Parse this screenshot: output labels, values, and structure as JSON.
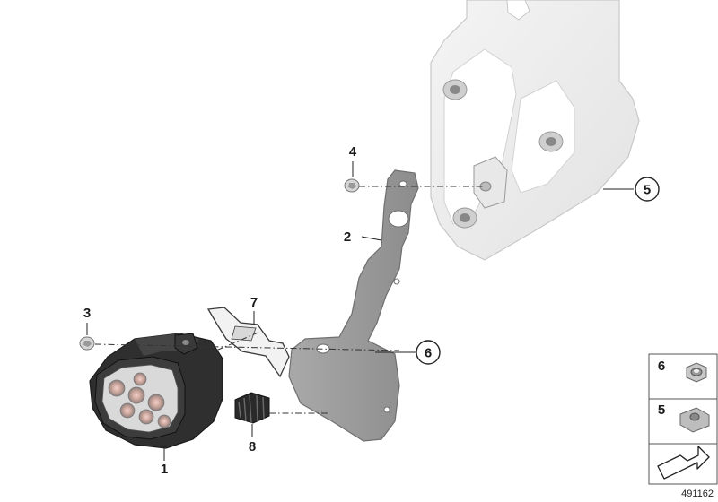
{
  "labels": {
    "p1": "1",
    "p2": "2",
    "p3": "3",
    "p4": "4",
    "p5": "5",
    "p6": "6",
    "p7": "7",
    "p8": "8"
  },
  "legend": {
    "item_top": "6",
    "item_mid": "5"
  },
  "diagram_code": "491162"
}
